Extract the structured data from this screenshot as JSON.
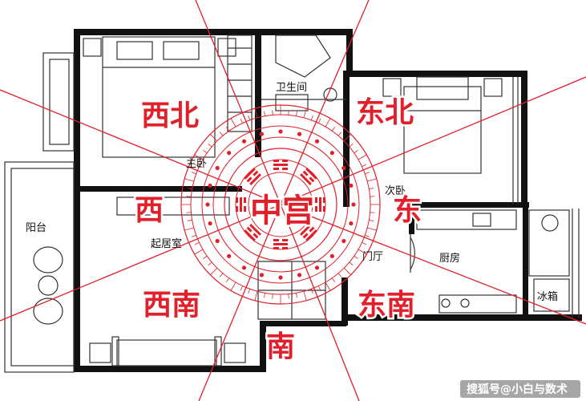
{
  "rooms": {
    "bathroom": "卫生间",
    "master_bedroom": "主卧",
    "second_bedroom": "次卧",
    "balcony": "阳台",
    "living_room": "起居室",
    "kitchen": "厨房",
    "hallway": "门厅",
    "fridge": "冰箱"
  },
  "directions": {
    "northwest": "西北",
    "northeast": "东北",
    "west": "西",
    "center": "中宫",
    "east": "东",
    "southwest": "西南",
    "south": "南",
    "southeast": "东南"
  },
  "watermark": "搜狐号@小白与数术",
  "colors": {
    "accent": "#e0202a",
    "walls": "#111111"
  }
}
